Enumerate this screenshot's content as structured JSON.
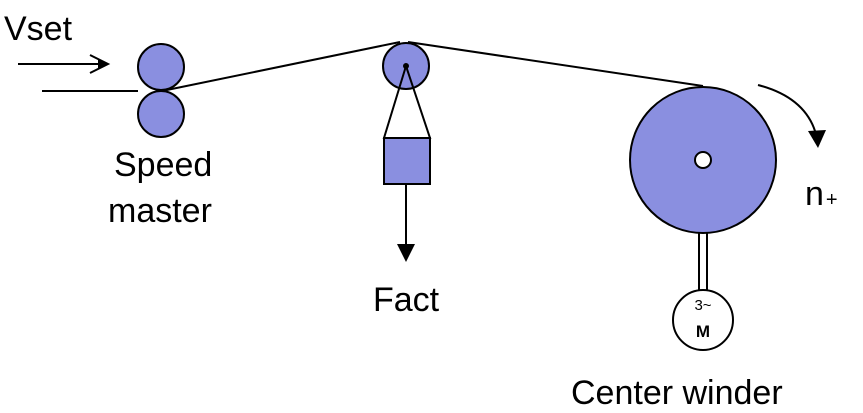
{
  "colors": {
    "roller_fill": "#8A8FE0",
    "roller_stroke": "#000000",
    "line": "#000000",
    "background": "#ffffff"
  },
  "labels": {
    "vset": "Vset",
    "speed_master_line1": "Speed",
    "speed_master_line2": "master",
    "force": "Fact",
    "speed_symbol": "n",
    "speed_sign": "+",
    "center_winder": "Center winder"
  },
  "motor": {
    "phase_label": "3~",
    "type_label": "M"
  }
}
